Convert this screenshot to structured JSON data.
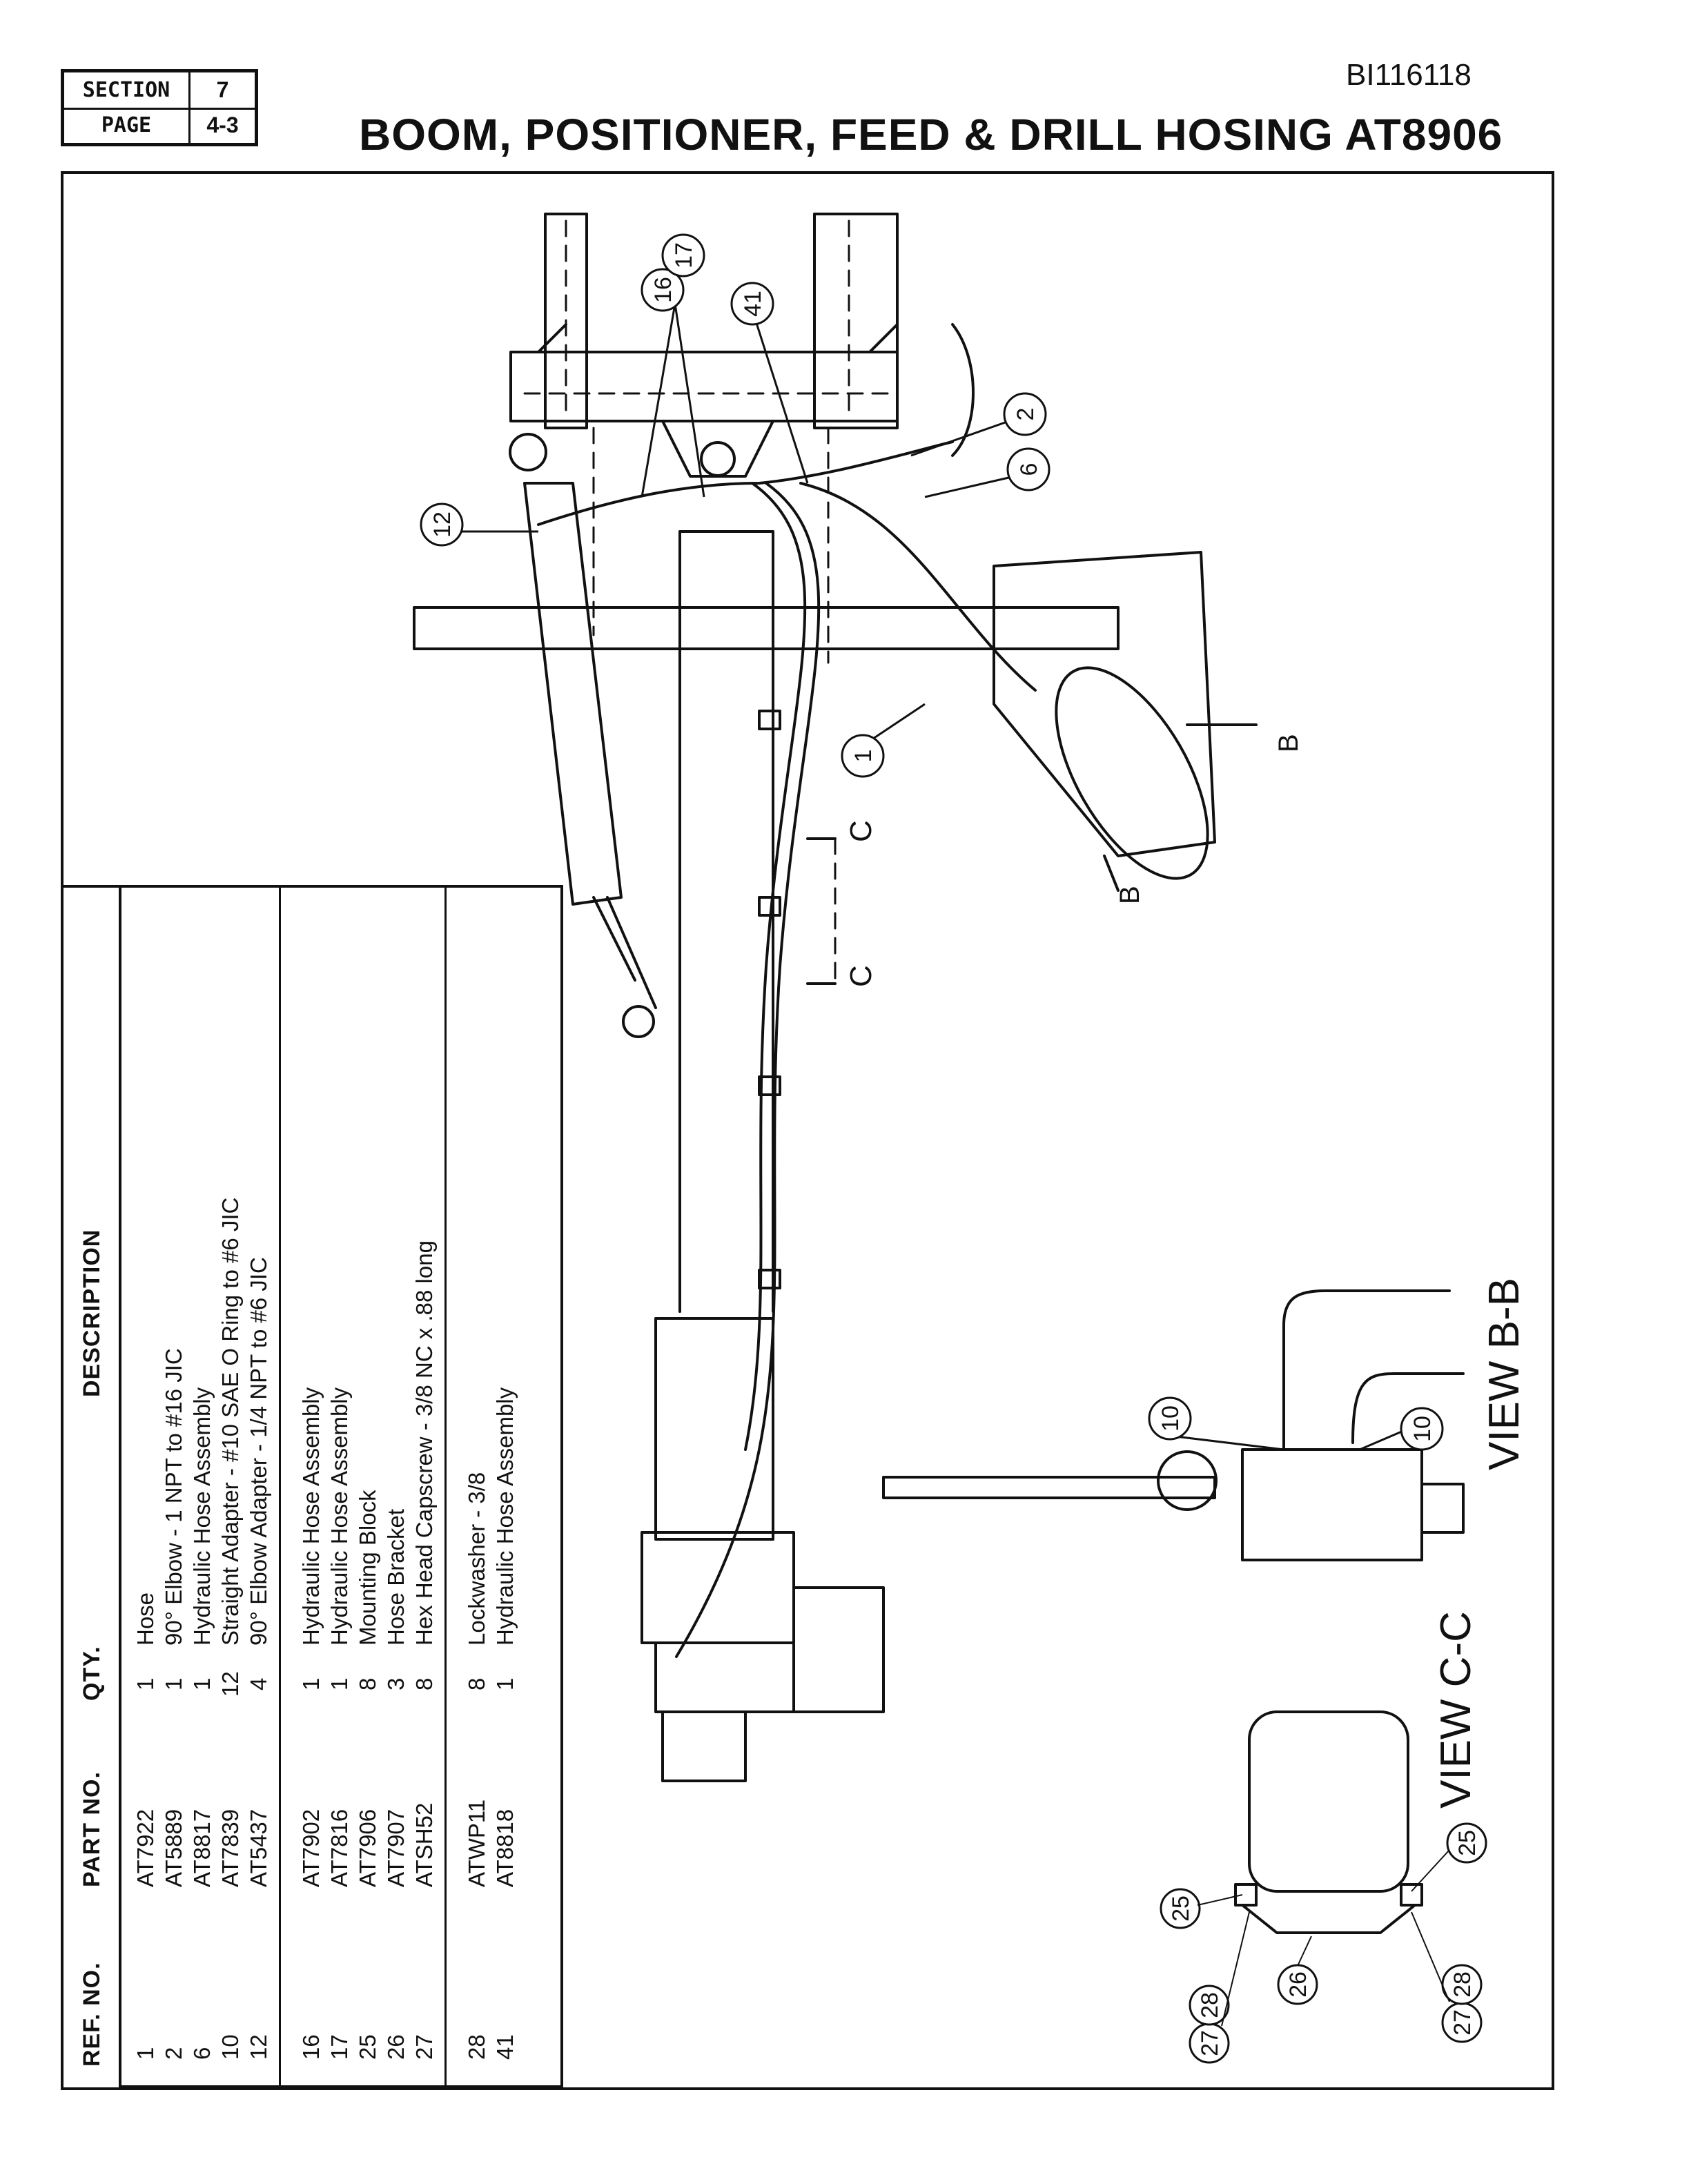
{
  "header": {
    "section_label": "SECTION",
    "section_value": "7",
    "page_label": "PAGE",
    "page_value": "4-3",
    "doc_id": "BI116118",
    "title": "BOOM, POSITIONER, FEED & DRILL HOSING AT8906"
  },
  "table": {
    "headers": {
      "ref": "REF. NO.",
      "part": "PART NO.",
      "qty": "QTY.",
      "desc": "DESCRIPTION"
    },
    "groups": [
      [
        {
          "ref": "1",
          "part": "AT7922",
          "qty": "1",
          "desc": "Hose"
        },
        {
          "ref": "2",
          "part": "AT5889",
          "qty": "1",
          "desc": "90° Elbow - 1 NPT to #16 JIC"
        },
        {
          "ref": "6",
          "part": "AT8817",
          "qty": "1",
          "desc": "Hydraulic Hose Assembly"
        },
        {
          "ref": "10",
          "part": "AT7839",
          "qty": "12",
          "desc": "Straight Adapter - #10 SAE O Ring to #6 JIC"
        },
        {
          "ref": "12",
          "part": "AT5437",
          "qty": "4",
          "desc": "90° Elbow Adapter - 1/4 NPT to #6 JIC"
        }
      ],
      [
        {
          "ref": "16",
          "part": "AT7902",
          "qty": "1",
          "desc": "Hydraulic Hose Assembly"
        },
        {
          "ref": "17",
          "part": "AT7816",
          "qty": "1",
          "desc": "Hydraulic Hose Assembly"
        },
        {
          "ref": "25",
          "part": "AT7906",
          "qty": "8",
          "desc": "Mounting Block"
        },
        {
          "ref": "26",
          "part": "AT7907",
          "qty": "3",
          "desc": "Hose Bracket"
        },
        {
          "ref": "27",
          "part": "ATSH52",
          "qty": "8",
          "desc": "Hex Head Capscrew - 3/8 NC x .88 long"
        }
      ],
      [
        {
          "ref": "28",
          "part": "ATWP11",
          "qty": "8",
          "desc": "Lockwasher - 3/8"
        },
        {
          "ref": "41",
          "part": "AT8818",
          "qty": "1",
          "desc": "Hydraulic Hose Assembly"
        }
      ]
    ]
  },
  "drawing": {
    "callouts": [
      "16",
      "17",
      "41",
      "2",
      "6",
      "12",
      "1",
      "10",
      "10",
      "25",
      "25",
      "26",
      "27",
      "28",
      "27",
      "28"
    ],
    "section_marks": {
      "b": "B",
      "c": "C"
    },
    "views": {
      "bb": "VIEW B-B",
      "cc": "VIEW C-C"
    }
  }
}
